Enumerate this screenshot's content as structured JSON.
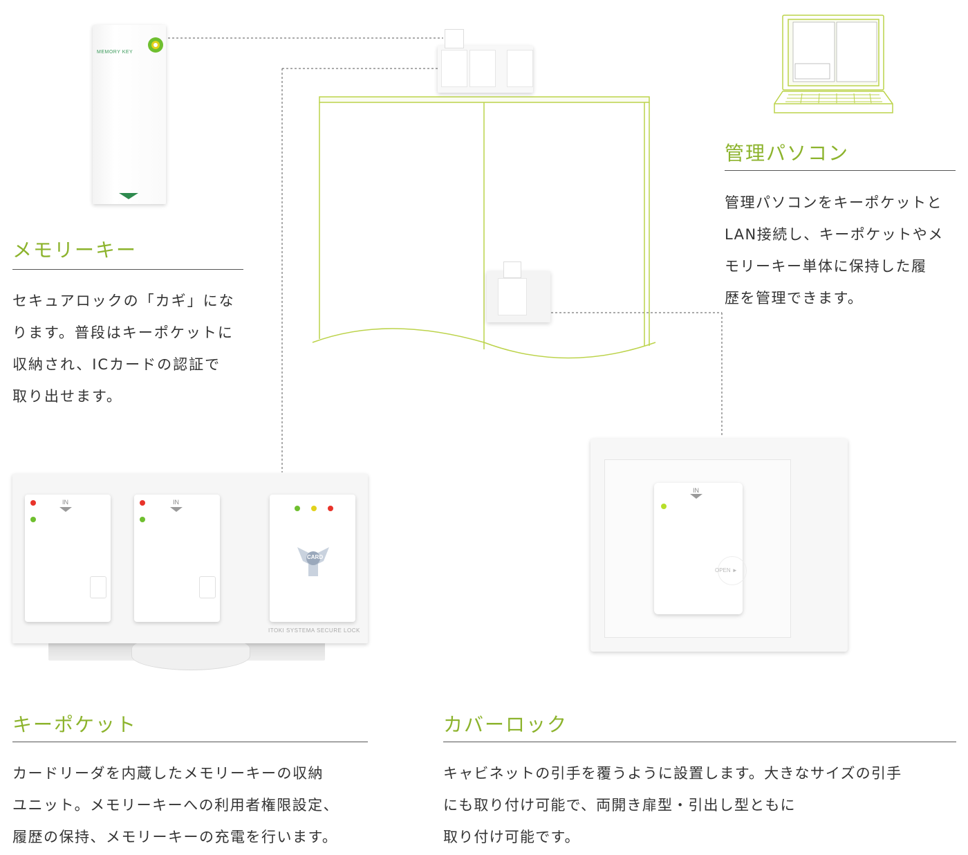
{
  "colors": {
    "accent": "#8cb32c",
    "door_line": "#bcd34a",
    "rule": "#555555",
    "text": "#333333",
    "led_red": "#e8332a",
    "led_green": "#6fbf2f",
    "led_yellow": "#e2d21b"
  },
  "memory_key": {
    "title": "メモリーキー",
    "lines": [
      "セキュアロックの「カギ」にな",
      "ります。普段はキーポケットに",
      "収納され、ICカードの認証で",
      "取り出せます。"
    ],
    "device_label": "MEMORY KEY"
  },
  "management_pc": {
    "title": "管理パソコン",
    "lines": [
      "管理パソコンをキーポケットと",
      "LAN接続し、キーポケットやメ",
      "モリーキー単体に保持した履",
      "歴を管理できます。"
    ]
  },
  "key_pocket": {
    "title": "キーポケット",
    "lines": [
      "カードリーダを内蔵したメモリーキーの収納",
      "ユニット。メモリーキーへの利用者権限設定、",
      "履歴の保持、メモリーキーの充電を行います。"
    ],
    "slot_label": "IN",
    "card_label": "CARD",
    "brand_label": "ITOKI SYSTEMA SECURE LOCK"
  },
  "cover_lock": {
    "title": "カバーロック",
    "lines": [
      "キャビネットの引手を覆うように設置します。大きなサイズの引手",
      "にも取り付け可能で、両開き扉型・引出し型ともに",
      "取り付け可能です。"
    ],
    "slot_label": "IN",
    "open_label": "OPEN ►"
  }
}
